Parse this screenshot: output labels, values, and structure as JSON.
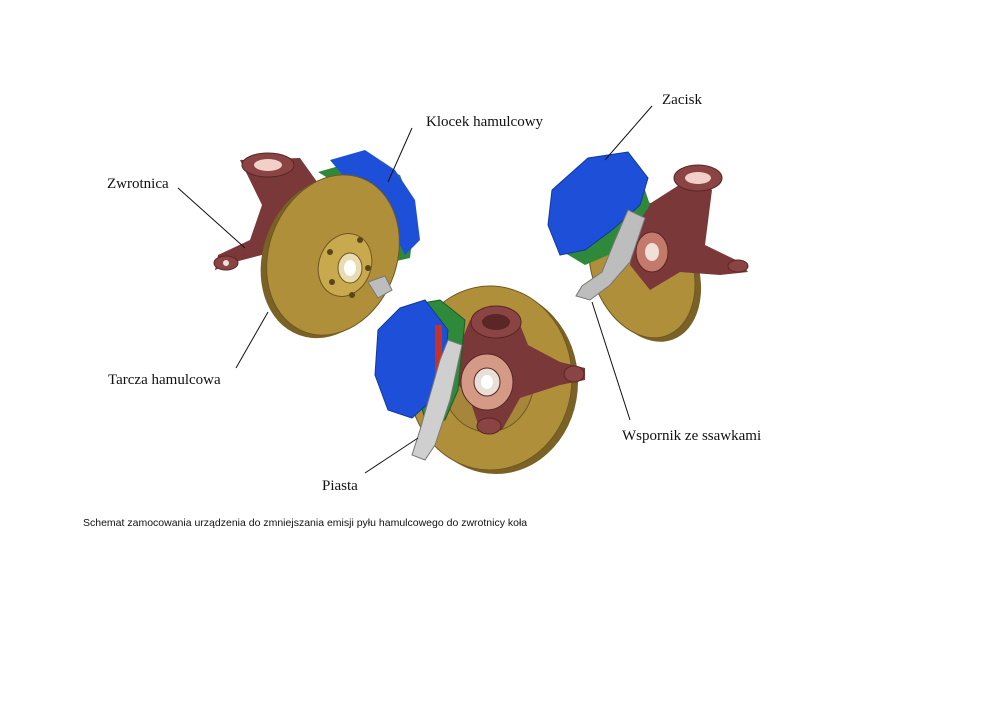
{
  "labels": {
    "zwrotnica": "Zwrotnica",
    "klocek": "Klocek hamulcowy",
    "zacisk": "Zacisk",
    "tarcza": "Tarcza hamulcowa",
    "wspornik": "Wspornik ze ssawkami",
    "piasta": "Piasta"
  },
  "caption": "Schemat zamocowania urządzenia do zmniejszania emisji pyłu hamulcowego do zwrotnicy koła",
  "colors": {
    "disc": "#b08f3a",
    "disc_dark": "#7a6126",
    "knuckle": "#7a3838",
    "caliper": "#1e4fd8",
    "carrier": "#2e8a3a",
    "bracket": "#bdbdbd",
    "pad": "#c4332a"
  }
}
